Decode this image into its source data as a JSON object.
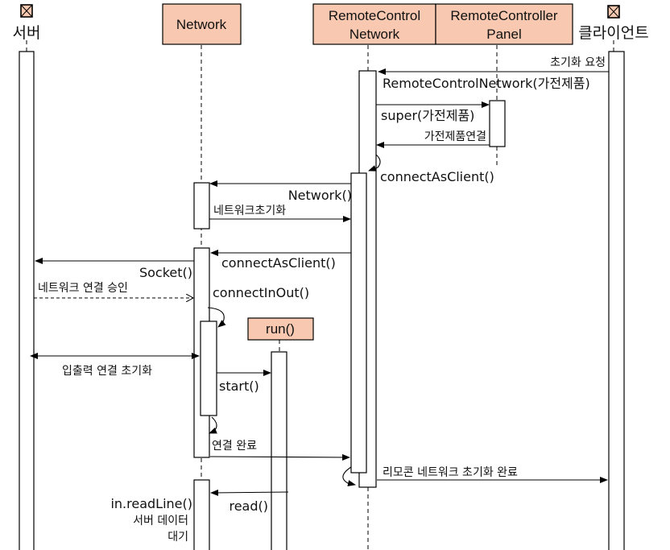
{
  "participants": {
    "server": {
      "label": "서버",
      "icon": "boundary-actor-icon"
    },
    "network": {
      "label": "Network"
    },
    "remote_control_network": {
      "line1": "RemoteControl",
      "line2": "Network"
    },
    "remote_controller_panel": {
      "line1": "RemoteController",
      "line2": "Panel"
    },
    "client": {
      "label": "클라이언트",
      "icon": "boundary-actor-icon"
    },
    "run": {
      "label": "run()"
    }
  },
  "messages": {
    "init_request": "초기화 요청",
    "rcn_constructor": "RemoteControlNetwork(가전제품)",
    "super_call": "super(가전제품)",
    "appliance_connect": "가전제품연결",
    "connect_as_client_self": "connectAsClient()",
    "network_constructor": "Network()",
    "network_init": "네트워크초기화",
    "connect_as_client": "connectAsClient()",
    "socket": "Socket()",
    "network_accept": "네트워크 연결 승인",
    "connect_in_out": "connectInOut()",
    "io_init": "입출력 연결 초기화",
    "start": "start()",
    "connect_done": "연결 완료",
    "rc_network_init_done": "리모콘 네트워크 초기화 완료",
    "read_line": "in.readLine()",
    "server_data_wait_1": "서버 데이터",
    "server_data_wait_2": "대기",
    "read": "read()"
  },
  "colors": {
    "participant_fill": "#f8c8b0",
    "line": "#000000"
  }
}
